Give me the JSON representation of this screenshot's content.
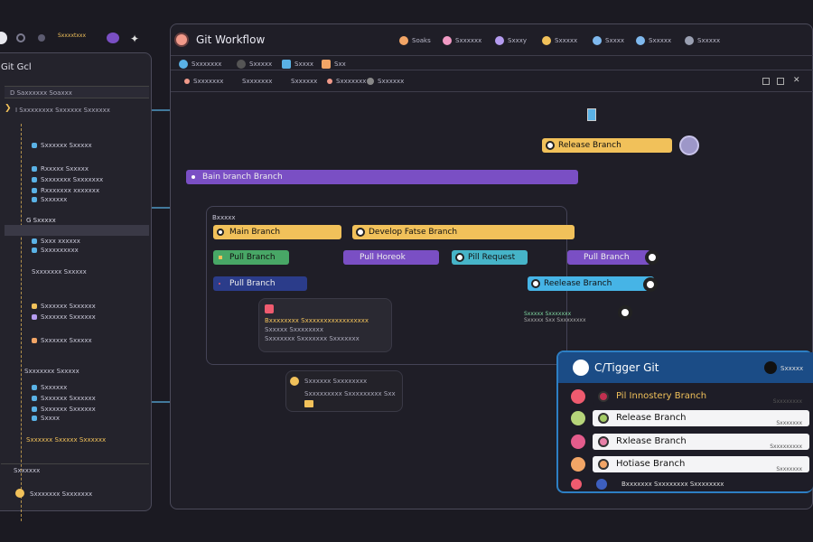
{
  "topbar": {
    "title": "Git Workflow",
    "left_label": "Sxxxxtxxx",
    "tabs": [
      {
        "label": "Soaks",
        "color": "#f2a566"
      },
      {
        "label": "Sxxxxxx",
        "color": "#f19ac4"
      },
      {
        "label": "Sxxxy",
        "color": "#b59cf0"
      },
      {
        "label": "Sxxxxx",
        "color": "#f1c15a"
      },
      {
        "label": "Sxxxx",
        "color": "#7fb9ee"
      },
      {
        "label": "Sxxxxx",
        "color": "#7fb9ee"
      },
      {
        "label": "Sxxxxx",
        "color": "#9aa0b2"
      }
    ]
  },
  "sidebar": {
    "title": "Git Gcl",
    "header": "D Saxxxxxx Soaxxx",
    "section1": "I Sxxxxxxxx Sxxxxxx Sxxxxxx",
    "items1": [
      "Sxxxxxx Sxxxxx",
      "Rxxxxx Sxxxxx",
      "Sxxxxxxx Sxxxxxxx",
      "Rxxxxxxx xxxxxxx",
      "Sxxxxxx"
    ],
    "section2": "G Sxxxxx",
    "items2": [
      "Sxxx xxxxxx",
      "Sxxxxxxxxx",
      "Sxxxxxxx Sxxxxx"
    ],
    "section3": "Sxxxxxx Sxxxxx",
    "items3": [
      "Sxxxxxx Sxxxxxx",
      "Sxxxxxx Sxxxxxx"
    ],
    "section4": "Sxxxxxx Sxxxxx",
    "section5": "Sxxxxxxx Sxxxxx",
    "items5": [
      "Sxxxxxx",
      "Sxxxxxx Sxxxxxx",
      "Sxxxxxx Sxxxxxx",
      "Sxxxx"
    ],
    "section6": "Sxxxxxx Sxxxxx Sxxxxxx",
    "footer": "Sxxxxxx",
    "user": "Sxxxxxxx Sxxxxxxx"
  },
  "toolbar": {
    "row1": [
      "Sxxxxxxx",
      "Sxxxxx",
      "Sxxxx",
      "Sxx"
    ],
    "row2": [
      "Sxxxxxxx",
      "Sxxxxxxx",
      "Sxxxxxx",
      "Sxxxxxxx",
      "Sxxxxxx"
    ]
  },
  "graph": {
    "release_top": "Release Branch",
    "main_feature": "Bain branch Branch",
    "group_label": "Bxxxxx",
    "main_branch": "Main Branch",
    "develop_branch": "Develop Fatse Branch",
    "pull_branch_1": "Pull Branch",
    "pull_branch_2": "Pull Horeok",
    "pull_request_1": "Pill Request",
    "pull_branch_3": "Pull Branch",
    "pull_branch_4": "Pull Branch",
    "release_branch": "Reelease Branch",
    "tooltip_lines": [
      "Bxxxxxxxx Sxxxxxxxxxxxxxxxxx",
      "Sxxxxx Sxxxxxxxx",
      "Sxxxxxxx Sxxxxxxx Sxxxxxxx"
    ],
    "note_lines": [
      "Sxxxxx Sxxxxxxx",
      "Sxxxxx Sxx Sxxxxxxxx"
    ],
    "commit_lines": [
      "Sxxxxxx Sxxxxxxxx",
      "Sxxxxxxxxx Sxxxxxxxxx Sxx"
    ]
  },
  "trigger_panel": {
    "title": "C/Tigger Git",
    "badge": "Sxxxxx",
    "rows": [
      {
        "label": "Pil Innostery Branch",
        "side_color": "#ef5b6f",
        "pin": "#c03050",
        "meta": "Sxxxxxxxx"
      },
      {
        "label": "Release Branch",
        "side_color": "#b6d47a",
        "pin": "#a5cc66",
        "meta": "Sxxxxxxx"
      },
      {
        "label": "Rxlease Branch",
        "side_color": "#e45c8c",
        "pin": "#e880a8",
        "meta": "Sxxxxxxxxx"
      },
      {
        "label": "Hotiase Branch",
        "side_color": "#f2a566",
        "pin": "#f2a566",
        "meta": "Sxxxxxxx"
      }
    ],
    "footer": "Bxxxxxxx Sxxxxxxxx Sxxxxxxxx"
  }
}
